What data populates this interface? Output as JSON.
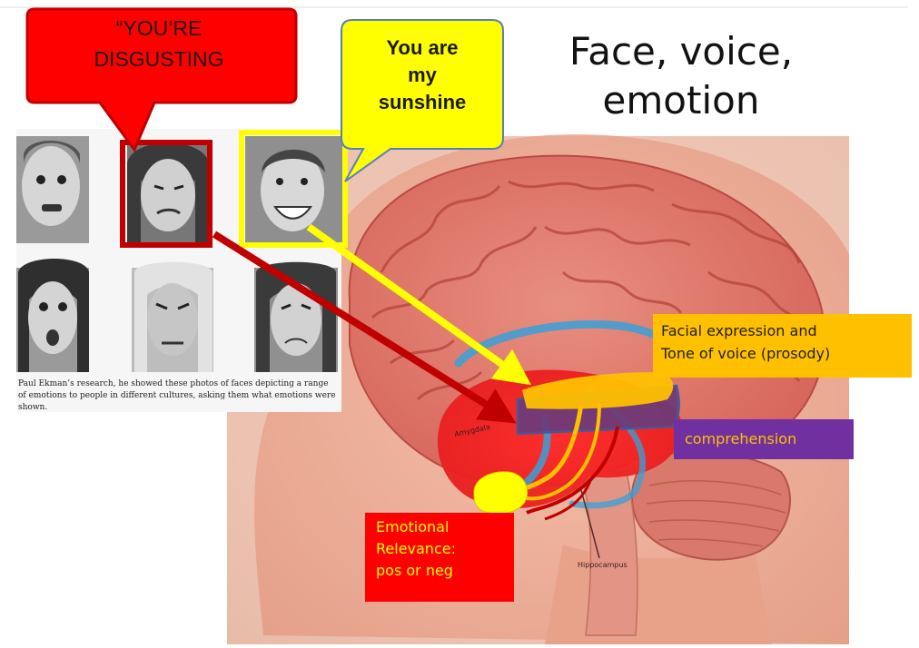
{
  "slide": {
    "title": "Face, voice,\nemotion"
  },
  "bubbles": {
    "red": {
      "text": "“YOU’RE\nDISGUSTING",
      "color": "#ff0000",
      "border": "#c00000"
    },
    "yellow": {
      "text": "You are\nmy\nsunshine",
      "color": "#ffff00",
      "border": "#5b7fb5"
    }
  },
  "photos": {
    "caption": "Paul Ekman’s research, he showed these photos of faces depicting a range of emotions to people in different cultures, asking them what emotions were shown.",
    "faces": [
      "fear-face",
      "disgust-face",
      "happy-face",
      "surprise-face",
      "anger-face",
      "sadness-face"
    ],
    "highlight_colors": {
      "disgust": "#c00000",
      "happy": "#ffff00"
    }
  },
  "brain": {
    "anatomy_labels": {
      "amygdala": "Amygdala",
      "hippocampus": "Hippocampus"
    }
  },
  "labels": {
    "facial": {
      "text": "Facial expression and\nTone of voice (prosody)",
      "bg": "#ffc000",
      "fg": "#222222"
    },
    "comprehension": {
      "text": "comprehension",
      "bg": "#7030a0",
      "fg": "#ffc000"
    },
    "emotional": {
      "text": "Emotional\nRelevance:\npos  or  neg",
      "bg": "#ff0000",
      "fg": "#ffff00"
    }
  }
}
